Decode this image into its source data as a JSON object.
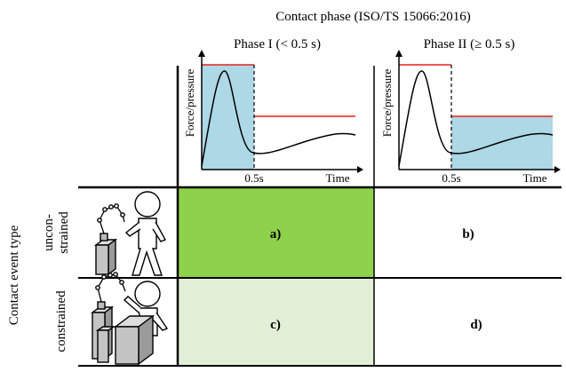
{
  "header": {
    "title": "Contact phase (ISO/TS 15066:2016)",
    "phase1": "Phase I (< 0.5 s)",
    "phase2": "Phase II (≥ 0.5 s)"
  },
  "plots": {
    "y_label": "Force/pressure",
    "x_label": "Time",
    "tick_label": "0.5s"
  },
  "side": {
    "axis_label": "Contact event type",
    "row1_label_line1": "uncon-",
    "row1_label_line2": "strained",
    "row2_label": "constrained"
  },
  "cells": {
    "a": "a)",
    "b": "b)",
    "c": "c)",
    "d": "d)"
  },
  "colors": {
    "cell_a_fill": "#8ed14b",
    "cell_c_fill": "#e3eed6",
    "phase_shade": "#add8e6",
    "limit_line": "#e8211b"
  }
}
